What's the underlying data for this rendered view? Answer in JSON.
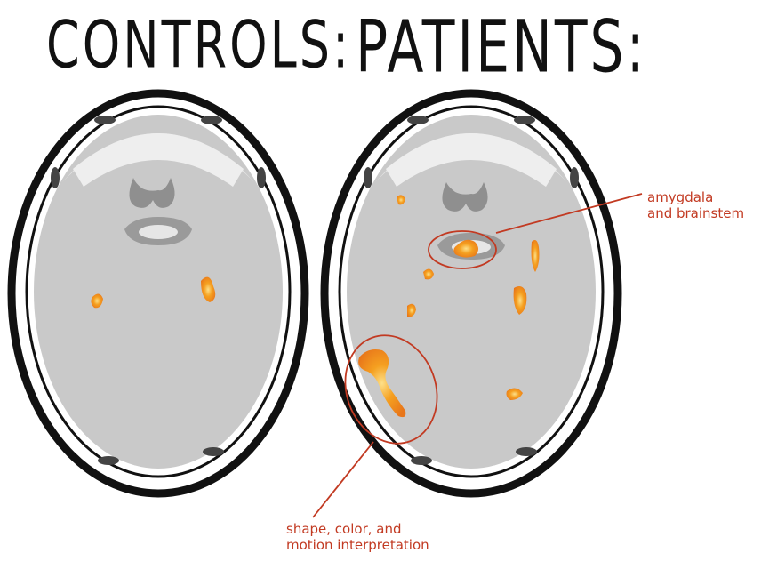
{
  "headings": {
    "controls": "CONTROLS:",
    "patients": "PATIENTS:"
  },
  "annotations": {
    "amygdala": {
      "line1": "amygdala",
      "line2": "and brainstem"
    },
    "visual": {
      "line1": "shape, color, and",
      "line2": "motion interpretation"
    }
  },
  "colors": {
    "ink": "#111111",
    "skull_fill": "#ffffff",
    "brain_gray": "#c9c9c9",
    "brain_light": "#e6e6e6",
    "ventricle": "#8f8f8f",
    "activation": "#f5a020",
    "activation_core": "#e8761a",
    "annotation_red": "#c23a22"
  }
}
